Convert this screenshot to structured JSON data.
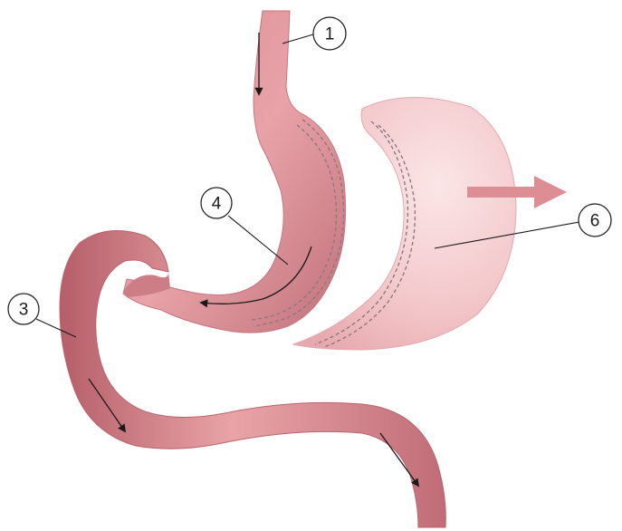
{
  "callouts": [
    {
      "id": "c1",
      "label": "1"
    },
    {
      "id": "c3",
      "label": "3"
    },
    {
      "id": "c4",
      "label": "4"
    },
    {
      "id": "c6",
      "label": "6"
    }
  ],
  "colors": {
    "tissue": "#e3959a",
    "tissue_dark": "#b8606b",
    "tissue_light": "#f6c9cc",
    "removed_part": "#f1c3c6",
    "removal_arrow": "#dc8e94",
    "staple_line": "#8a7a7c",
    "ink": "#1a1a1a"
  }
}
